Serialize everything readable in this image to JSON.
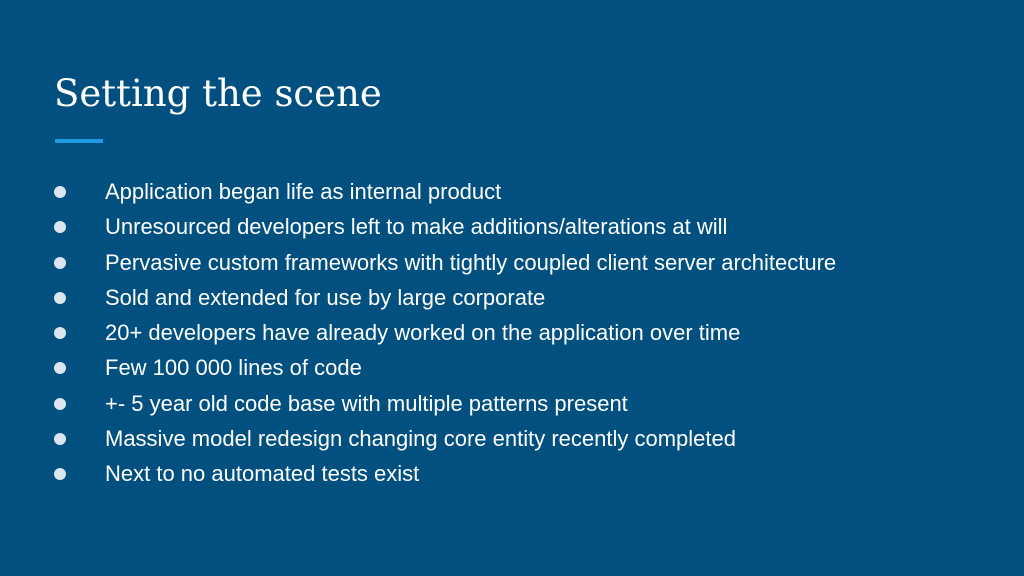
{
  "slide": {
    "title": "Setting the scene",
    "accent_color": "#1f9be6",
    "background_color": "#01507f",
    "bullets": [
      "Application began life as internal product",
      "Unresourced developers left to make additions/alterations at will",
      "Pervasive custom frameworks with tightly coupled client server architecture",
      "Sold and extended for use by large corporate",
      "20+ developers have already worked on the application over time",
      "Few 100 000 lines of code",
      "+- 5 year old code base with multiple patterns present",
      "Massive model redesign changing core entity recently completed",
      "Next to no automated tests exist"
    ]
  }
}
